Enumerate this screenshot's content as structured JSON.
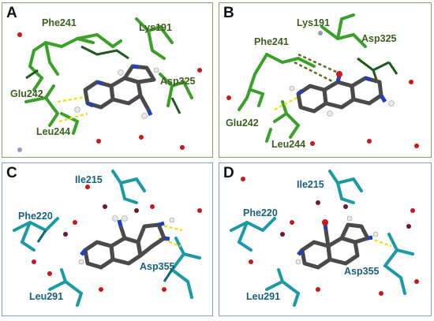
{
  "figure": {
    "panels": [
      {
        "letter": "A",
        "frame_color": "#8aa36a",
        "residue_color": "#3d5e1e",
        "residues": [
          "Phe241",
          "Lys191",
          "Asp325",
          "Glu242",
          "Leu244"
        ]
      },
      {
        "letter": "B",
        "frame_color": "#8aa36a",
        "residue_color": "#3d5e1e",
        "residues": [
          "Lys191",
          "Phe241",
          "Asp325",
          "Glu242",
          "Leu244"
        ]
      },
      {
        "letter": "C",
        "frame_color": "#7fa2c6",
        "residue_color": "#19607f",
        "residues": [
          "Ile215",
          "Phe220",
          "Asp355",
          "Leu291"
        ]
      },
      {
        "letter": "D",
        "frame_color": "#7fa2c6",
        "residue_color": "#19607f",
        "residues": [
          "Ile215",
          "Phe220",
          "Asp355",
          "Leu291"
        ]
      }
    ],
    "colors": {
      "protein_green": "#3aa02a",
      "protein_dark_green": "#1f5a1f",
      "protein_teal": "#1b9aa3",
      "ligand_carbon": "#4a4a4a",
      "ligand_nitrogen": "#2440b8",
      "ligand_oxygen": "#d01818",
      "hydrogen": "#e8e8e8",
      "hbond": "#f0e020",
      "stacking": "#5a6e1a",
      "water": "#c81818"
    }
  }
}
